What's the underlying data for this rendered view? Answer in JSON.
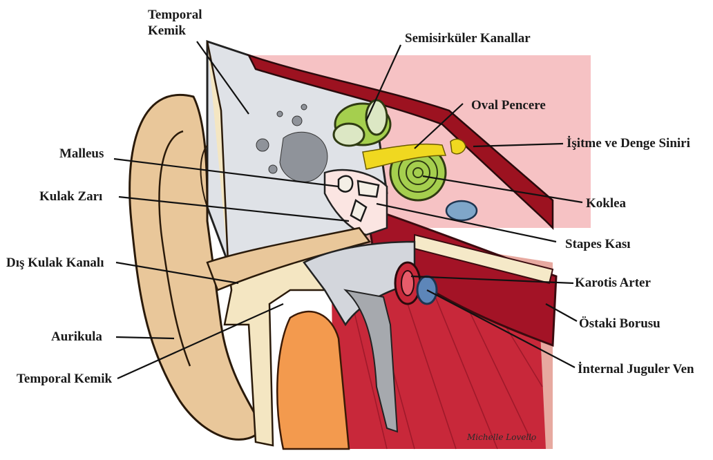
{
  "labels": {
    "temporal_kemik_top_line1": "Temporal",
    "temporal_kemik_top_line2": "Kemik",
    "semisirkuler": "Semisirküler Kanallar",
    "oval_pencere": "Oval Pencere",
    "isitme_siniri": "İşitme ve Denge Siniri",
    "malleus": "Malleus",
    "kulak_zari": "Kulak Zarı",
    "koklea": "Koklea",
    "dis_kulak_kanali": "Dış Kulak Kanalı",
    "stapes_kasi": "Stapes Kası",
    "karotis_arter": "Karotis Arter",
    "aurikula": "Aurikula",
    "ostaki_borusu": "Östaki Borusu",
    "temporal_kemik_bottom": "Temporal Kemik",
    "internal_juguler": "İnternal Juguler Ven"
  },
  "signature": "Michelle Lovello",
  "colors": {
    "skin": "#e9c79a",
    "bone": "#d3d6dc",
    "muscle": "#c8283a",
    "cochlea": "#a5cf4e",
    "nerve": "#f0d820",
    "fat": "#f39a4e"
  }
}
